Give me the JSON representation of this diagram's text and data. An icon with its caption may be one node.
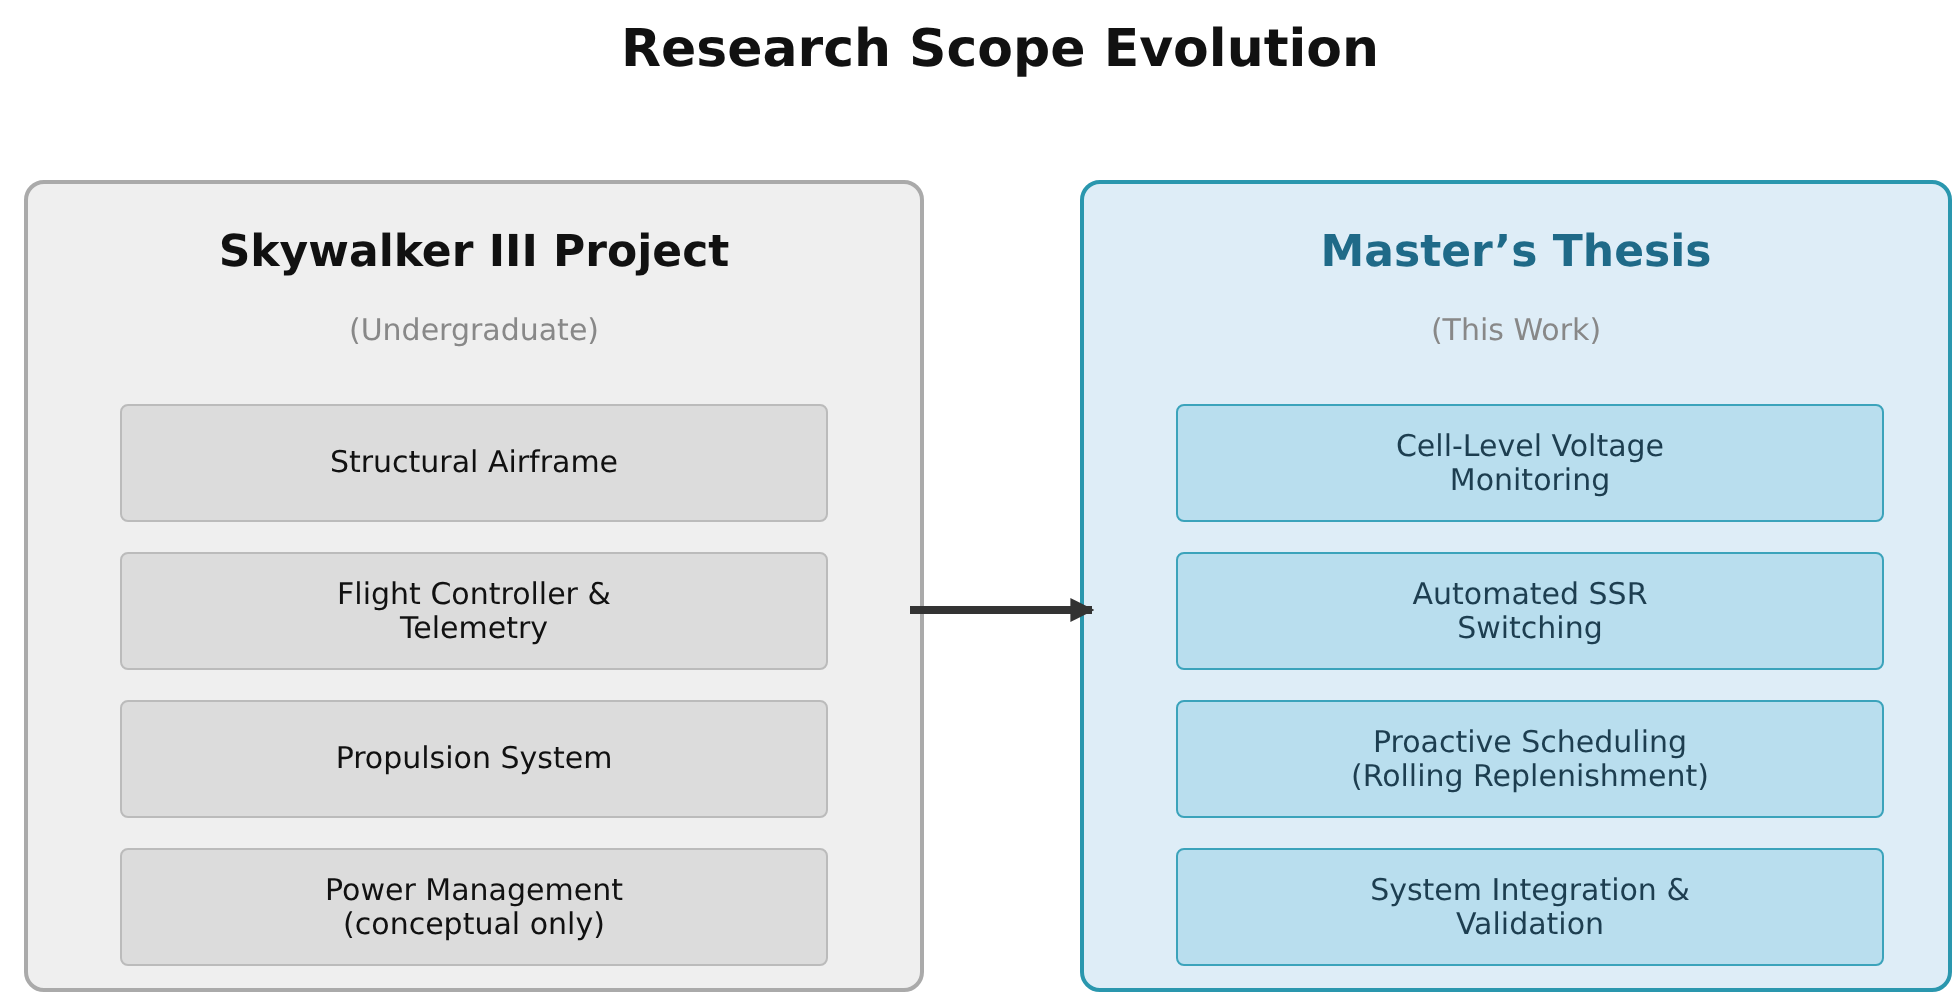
{
  "diagram": {
    "title": "Research Scope Evolution",
    "nodes": [
      {
        "text": [
          "Skywalker III Project",
          "(Undergraduate)"
        ]
      },
      {
        "text": [
          "Structural Airframe"
        ],
        "in": 0
      },
      {
        "text": [
          "Flight Controller & Telemetry"
        ],
        "in": 0
      },
      {
        "text": [
          "Propulsion System"
        ],
        "in": 0
      },
      {
        "text": [
          "Power Management (conceptual only)"
        ],
        "in": 0
      },
      {
        "text": [
          "Master’s Thesis",
          "(This Work)"
        ]
      },
      {
        "text": [
          "Cell-Level Voltage Monitoring"
        ],
        "in": 5
      },
      {
        "text": [
          "Automated SSR Switching"
        ],
        "in": 5
      },
      {
        "text": [
          "Proactive Scheduling (Rolling Replenishment)"
        ],
        "in": 5
      },
      {
        "text": [
          "System Integration & Validation"
        ],
        "in": 5
      }
    ],
    "edges": [
      {
        "from": 0,
        "to": 5,
        "arrow": "to"
      }
    ]
  }
}
